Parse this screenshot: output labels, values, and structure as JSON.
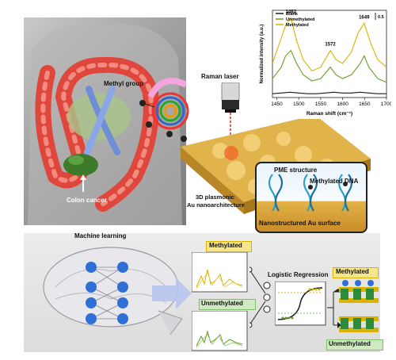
{
  "anatomy": {
    "methyl_group": "Methyl group",
    "colon_cancer": "Colon cancer"
  },
  "raman": {
    "laser_label": "Raman laser",
    "substrate_label_1": "3D plasmonic",
    "substrate_label_2": "Au nanoarchitecture"
  },
  "inset": {
    "pme_structure": "PME structure",
    "methylated_dna": "Methylated DNA",
    "surface_label": "Nanostructured Au surface"
  },
  "ml": {
    "title": "Machine learning",
    "methylated": "Methylated",
    "unmethylated": "Unmethylated",
    "logistic": "Logistic Regression",
    "methylated_out": "Methylated",
    "unmethylated_out": "Unmethylated"
  },
  "colors": {
    "blank": "#1a1a1a",
    "unmethylated": "#6a9a2a",
    "methylated": "#d9b300",
    "colon": "#e0473c",
    "node": "#2f6fd6"
  },
  "chart_data": {
    "type": "line",
    "xlabel": "Raman shift (cm⁻¹)",
    "ylabel": "Normalized intensity (a.u.)",
    "scale_label": "0.5",
    "xlim": [
      1440,
      1700
    ],
    "xticks": [
      "1450",
      "1500",
      "1550",
      "1600",
      "1650",
      "1700"
    ],
    "peak_labels": [
      {
        "x": 1482,
        "label": "1482"
      },
      {
        "x": 1572,
        "label": "1572"
      },
      {
        "x": 1649,
        "label": "1649"
      }
    ],
    "series": [
      {
        "name": "Blank",
        "color": "#1a1a1a",
        "x": [
          1440,
          1460,
          1480,
          1500,
          1520,
          1540,
          1560,
          1580,
          1600,
          1620,
          1640,
          1660,
          1680,
          1700
        ],
        "y": [
          0.05,
          0.06,
          0.07,
          0.06,
          0.05,
          0.05,
          0.06,
          0.07,
          0.06,
          0.06,
          0.07,
          0.06,
          0.05,
          0.05
        ]
      },
      {
        "name": "Unmethylated",
        "color": "#6a9a2a",
        "x": [
          1440,
          1460,
          1470,
          1482,
          1495,
          1510,
          1530,
          1550,
          1565,
          1572,
          1585,
          1600,
          1620,
          1640,
          1649,
          1660,
          1680,
          1700
        ],
        "y": [
          0.25,
          0.4,
          0.55,
          0.62,
          0.45,
          0.3,
          0.22,
          0.25,
          0.35,
          0.4,
          0.3,
          0.25,
          0.3,
          0.45,
          0.55,
          0.4,
          0.25,
          0.2
        ]
      },
      {
        "name": "Methylated",
        "color": "#d9b300",
        "x": [
          1440,
          1455,
          1470,
          1482,
          1495,
          1510,
          1530,
          1550,
          1565,
          1572,
          1585,
          1600,
          1620,
          1635,
          1649,
          1665,
          1680,
          1700
        ],
        "y": [
          0.45,
          0.7,
          0.95,
          1.05,
          0.75,
          0.5,
          0.35,
          0.4,
          0.55,
          0.62,
          0.5,
          0.45,
          0.6,
          0.85,
          0.98,
          0.7,
          0.5,
          0.4
        ]
      }
    ]
  }
}
